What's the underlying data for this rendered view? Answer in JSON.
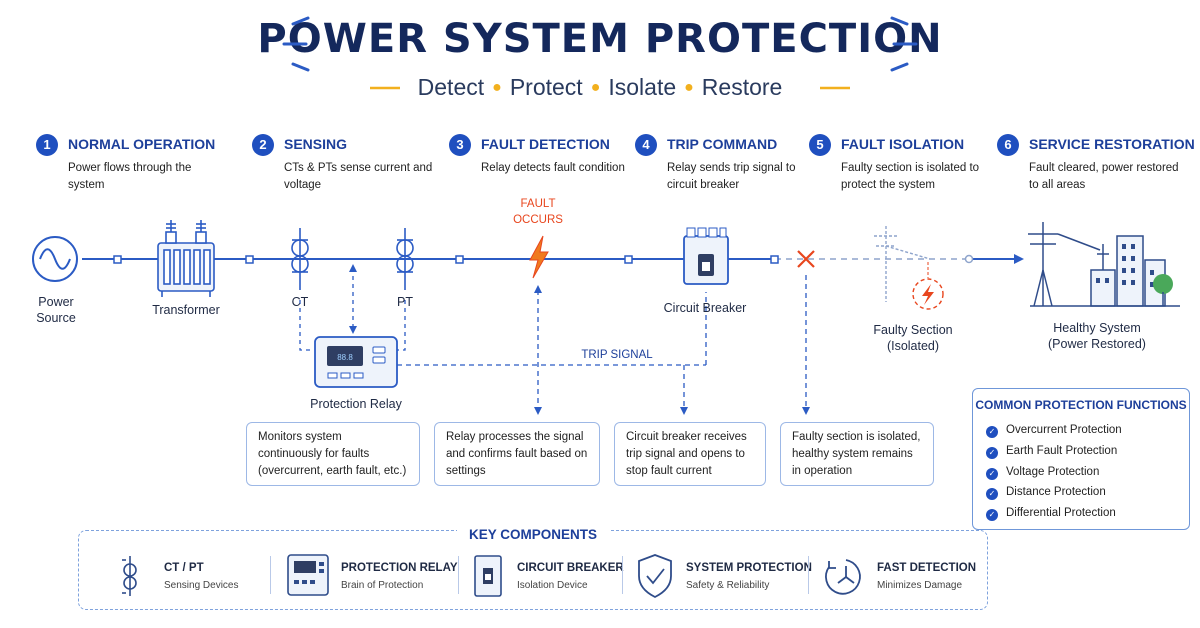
{
  "title": "POWER SYSTEM PROTECTION",
  "subtitle": [
    "Detect",
    "Protect",
    "Isolate",
    "Restore"
  ],
  "steps": [
    {
      "num": "1",
      "title": "NORMAL OPERATION",
      "desc": "Power flows through the system"
    },
    {
      "num": "2",
      "title": "SENSING",
      "desc": "CTs & PTs sense current and voltage"
    },
    {
      "num": "3",
      "title": "FAULT DETECTION",
      "desc": "Relay detects fault condition"
    },
    {
      "num": "4",
      "title": "TRIP COMMAND",
      "desc": "Relay sends trip signal to circuit breaker"
    },
    {
      "num": "5",
      "title": "FAULT ISOLATION",
      "desc": "Faulty section is isolated to protect the system"
    },
    {
      "num": "6",
      "title": "SERVICE RESTORATION",
      "desc": "Fault cleared, power restored to all areas"
    }
  ],
  "labels": {
    "power_source_1": "Power",
    "power_source_2": "Source",
    "transformer": "Transformer",
    "ct": "CT",
    "pt": "PT",
    "fault_1": "FAULT",
    "fault_2": "OCCURS",
    "breaker": "Circuit Breaker",
    "relay": "Protection Relay",
    "trip_signal": "TRIP SIGNAL",
    "faulty_1": "Faulty Section",
    "faulty_2": "(Isolated)",
    "healthy_1": "Healthy System",
    "healthy_2": "(Power Restored)"
  },
  "boxes": [
    "Monitors system continuously for faults (overcurrent, earth fault, etc.)",
    "Relay processes the signal and confirms fault based on settings",
    "Circuit breaker receives trip signal and opens to stop fault current",
    "Faulty section is isolated, healthy system remains in operation"
  ],
  "functions": {
    "heading": "COMMON PROTECTION FUNCTIONS",
    "items": [
      "Overcurrent Protection",
      "Earth Fault Protection",
      "Voltage Protection",
      "Distance Protection",
      "Differential Protection"
    ]
  },
  "key_components": {
    "heading": "KEY COMPONENTS",
    "items": [
      {
        "title": "CT / PT",
        "sub": "Sensing Devices",
        "icon": "ct-pt-icon"
      },
      {
        "title": "PROTECTION RELAY",
        "sub": "Brain of Protection",
        "icon": "relay-icon"
      },
      {
        "title": "CIRCUIT BREAKER",
        "sub": "Isolation Device",
        "icon": "breaker-icon"
      },
      {
        "title": "SYSTEM PROTECTION",
        "sub": "Safety & Reliability",
        "icon": "shield-check-icon"
      },
      {
        "title": "FAST DETECTION",
        "sub": "Minimizes Damage",
        "icon": "clock-icon"
      }
    ]
  },
  "colors": {
    "primary": "#1f4fbf",
    "title": "#14285c",
    "fault": "#e8461e",
    "accent": "#f2b01e",
    "line": "#2b5bc4"
  }
}
